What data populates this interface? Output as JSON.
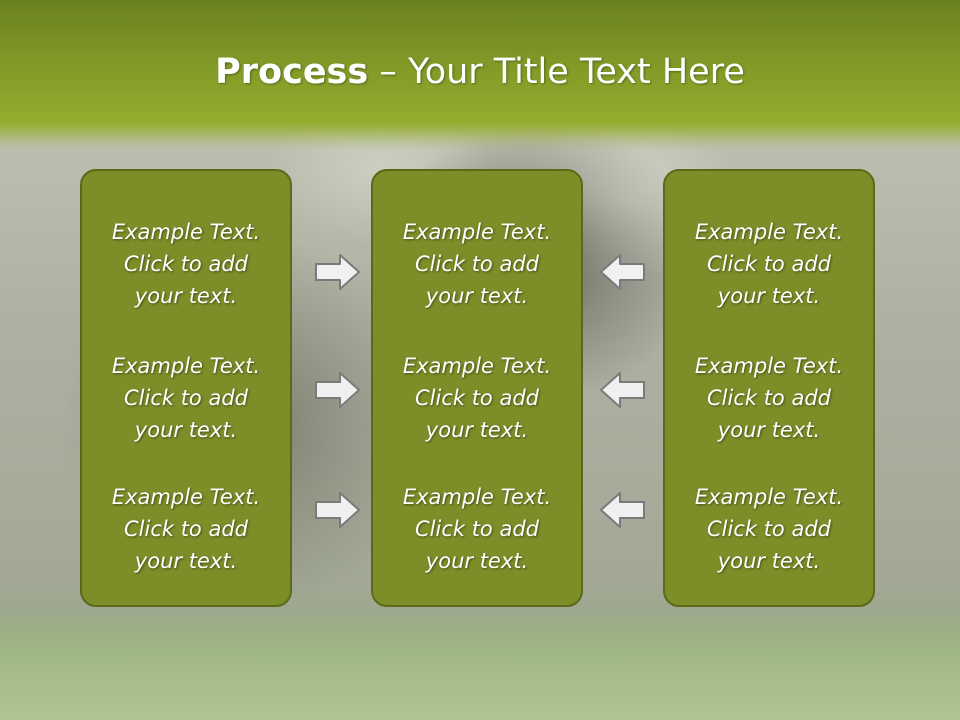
{
  "title": {
    "bold": "Process",
    "rest": " – Your Title Text Here"
  },
  "panels": [
    {
      "items": [
        {
          "line1": "Example Text.",
          "line2": "Click  to add",
          "line3": "your text."
        },
        {
          "line1": "Example Text.",
          "line2": "Click  to add",
          "line3": "your text."
        },
        {
          "line1": "Example Text.",
          "line2": "Click  to add",
          "line3": "your text."
        }
      ]
    },
    {
      "items": [
        {
          "line1": "Example Text.",
          "line2": "Click  to add",
          "line3": "your text."
        },
        {
          "line1": "Example Text.",
          "line2": "Click  to add",
          "line3": "your text."
        },
        {
          "line1": "Example Text.",
          "line2": "Click  to add",
          "line3": "your text."
        }
      ]
    },
    {
      "items": [
        {
          "line1": "Example Text.",
          "line2": "Click  to add",
          "line3": "your text."
        },
        {
          "line1": "Example Text.",
          "line2": "Click  to add",
          "line3": "your text."
        },
        {
          "line1": "Example Text.",
          "line2": "Click  to add",
          "line3": "your text."
        }
      ]
    }
  ],
  "arrows": [
    {
      "icon": "arrow-right-icon"
    },
    {
      "icon": "arrow-right-icon"
    },
    {
      "icon": "arrow-right-icon"
    },
    {
      "icon": "arrow-left-icon"
    },
    {
      "icon": "arrow-left-icon"
    },
    {
      "icon": "arrow-left-icon"
    }
  ],
  "colors": {
    "header": "#7f9826",
    "panel": "#7d8d28",
    "panel_border": "#5a6a18",
    "text": "#ffffff",
    "arrow_fill": "#f0f0f0",
    "arrow_stroke": "#7a7a7a"
  }
}
